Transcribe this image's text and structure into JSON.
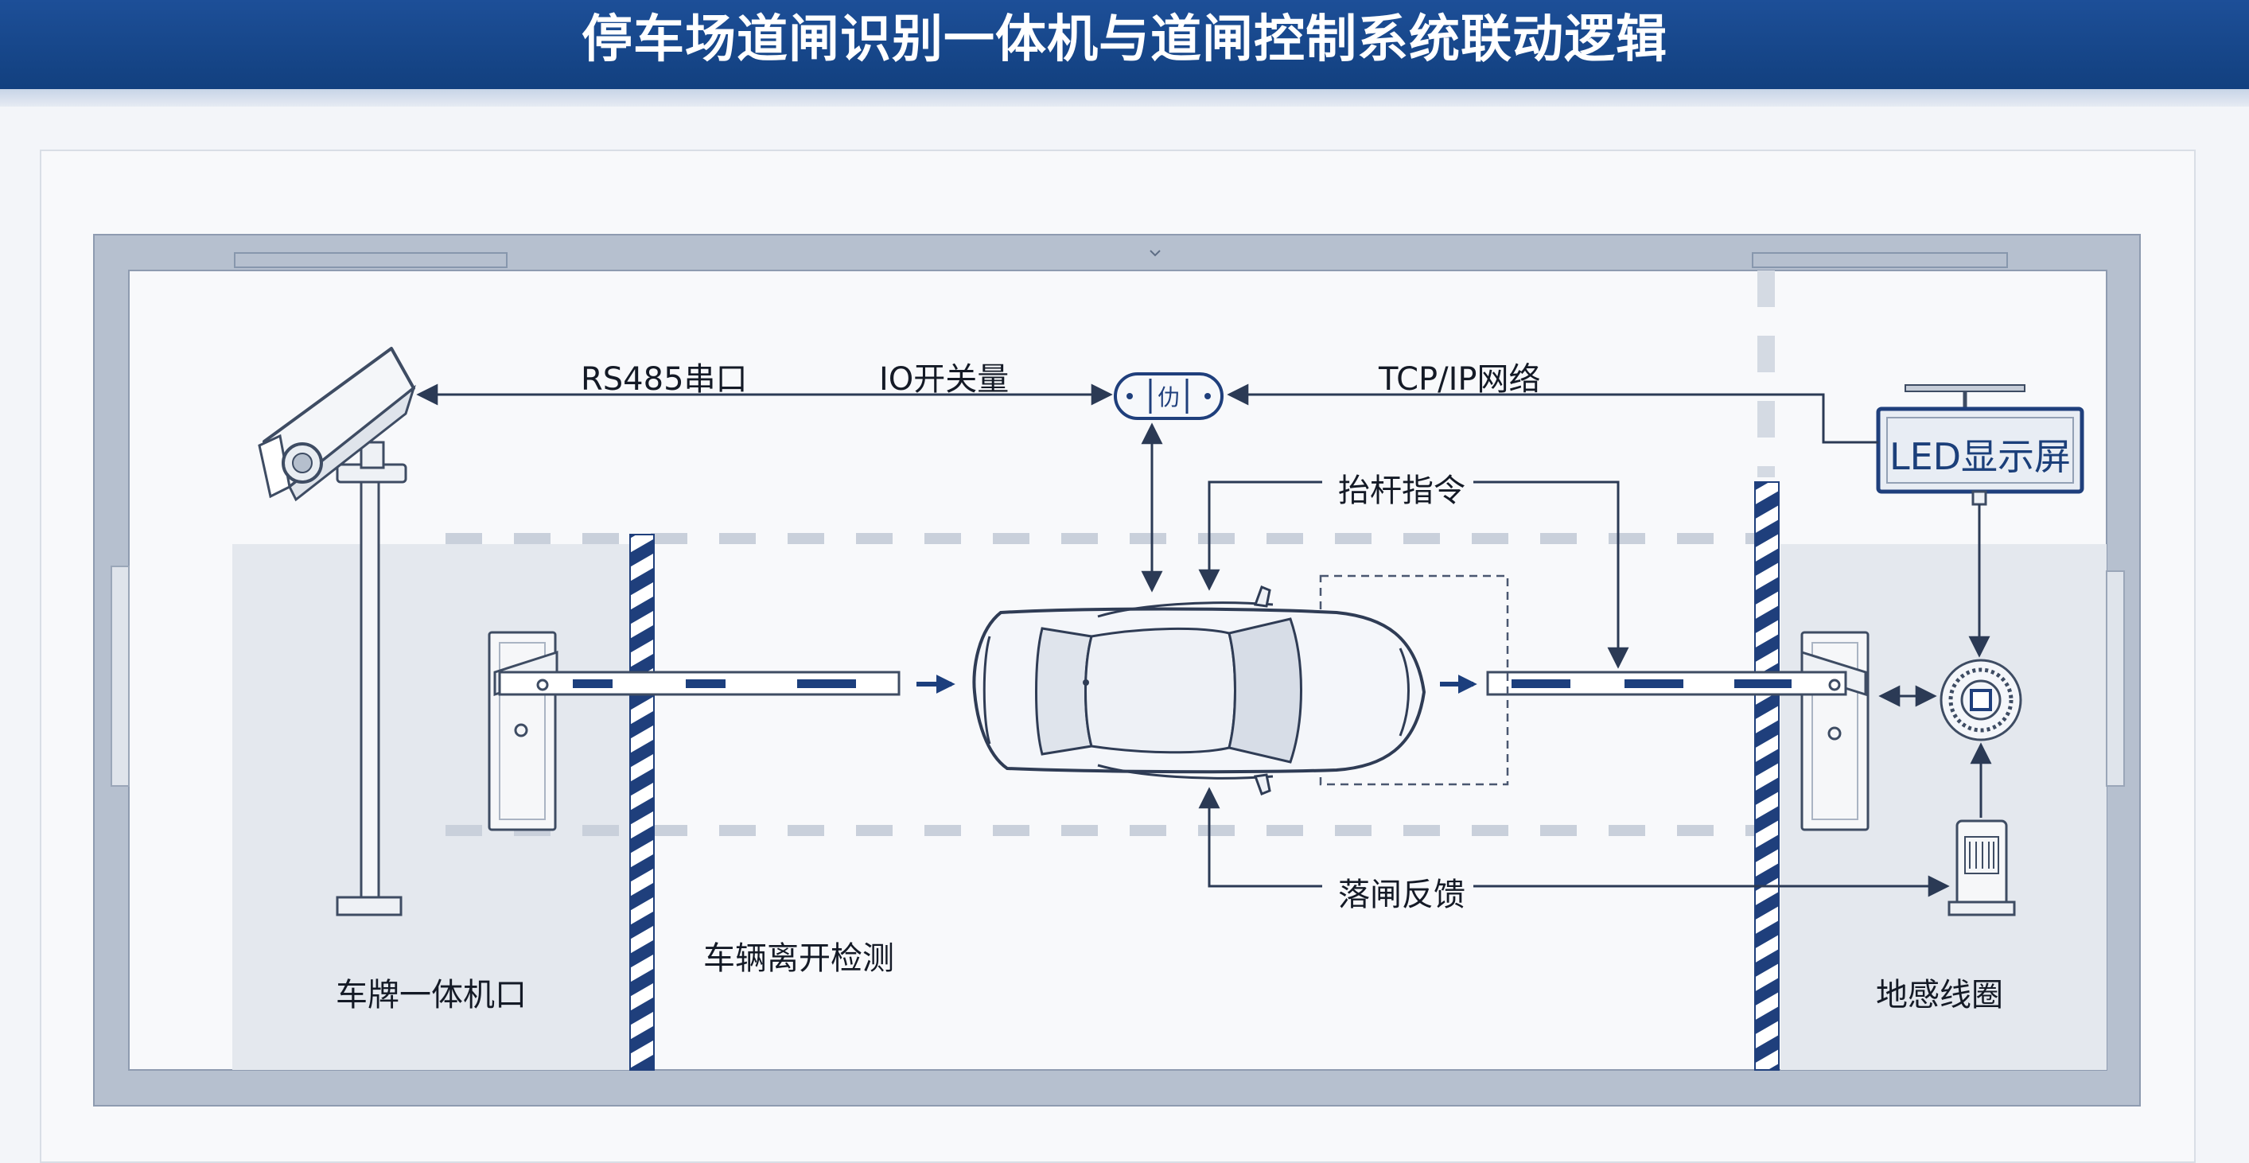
{
  "title": "停车场道闸识别一体机与道闸控制系统联动逻辑",
  "links": {
    "rs485": "RS485串口",
    "io": "IO开关量",
    "tcpip": "TCP/IP网络",
    "lift_command": "抬杆指令",
    "close_feedback": "落闸反馈"
  },
  "devices": {
    "led_display": "LED显示屏",
    "lpr_camera": "车牌一体机口",
    "exit_detection": "车辆离开检测",
    "ground_loop": "地感线圈",
    "controller_glyph": "仂"
  },
  "icons": {
    "camera": "camera-icon",
    "controller": "controller-icon",
    "car": "car-icon",
    "ground_loop": "ground-loop-icon",
    "ticket_machine": "ticket-machine-icon",
    "barrier": "barrier-gate-icon"
  },
  "colors": {
    "banner": "#1d4f98",
    "accent": "#1c3f7d",
    "line": "#2b3a55"
  }
}
